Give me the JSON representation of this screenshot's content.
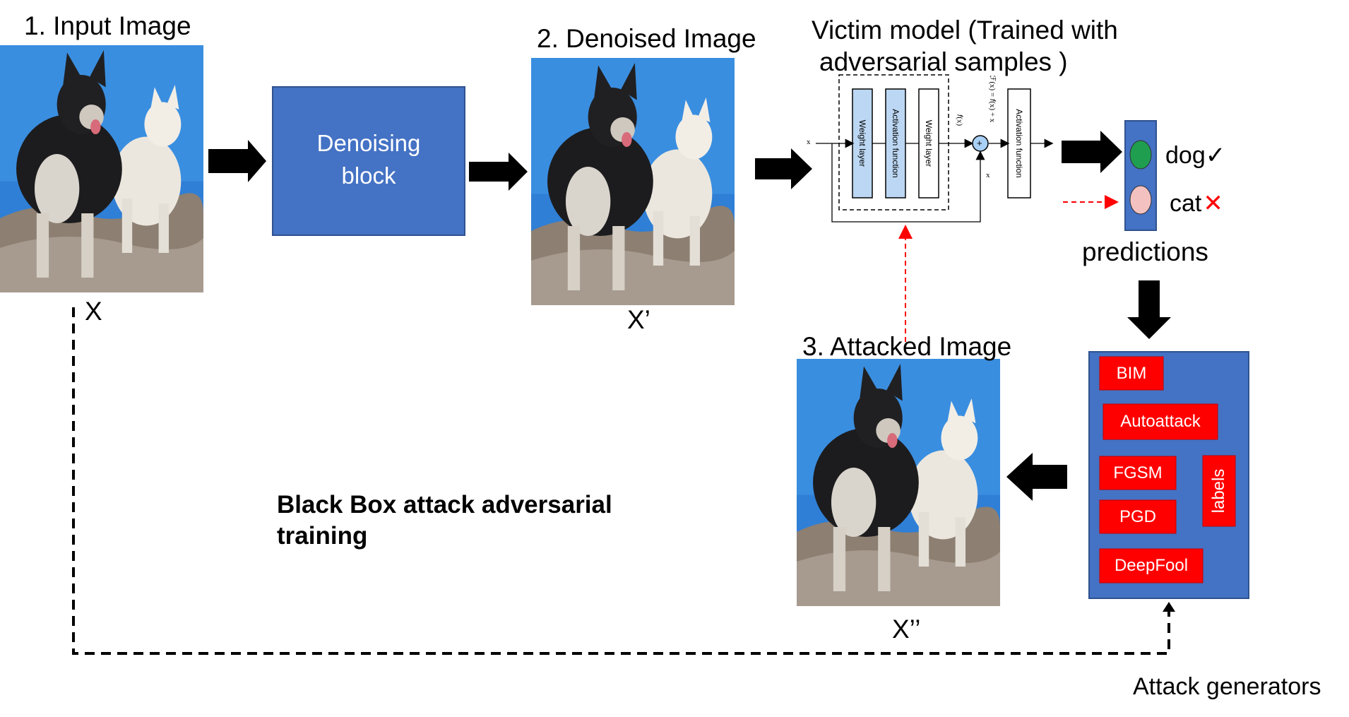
{
  "input": {
    "title": "1. Input Image",
    "symbol": "X"
  },
  "denoising_block": {
    "line1": "Denoising",
    "line2": "block"
  },
  "denoised": {
    "title": "2. Denoised Image",
    "symbol": "X’"
  },
  "victim": {
    "title_line1": "Victim model (Trained with",
    "title_line2": "adversarial samples )",
    "layers": [
      "Weight layer",
      "Activation function",
      "Weight layer"
    ],
    "output_activation": "Activation function",
    "input_var": "x",
    "fx_label": "𝑓(x)",
    "sum_label": "ℱ(x) = 𝑓(x) + x",
    "skip_label": "x",
    "plus": "+"
  },
  "predictions": {
    "title": "predictions",
    "items": [
      {
        "label": "dog",
        "mark": "✓",
        "color": "#1f9e4f"
      },
      {
        "label": "cat",
        "mark": "✕",
        "color": "#f4c1c1"
      }
    ]
  },
  "attacked": {
    "title": "3. Attacked Image",
    "symbol": "X’’"
  },
  "attack_generators": {
    "caption": "Attack generators",
    "methods": [
      "BIM",
      "Autoattack",
      "FGSM",
      "PGD",
      "DeepFool"
    ],
    "labels_tag": "labels"
  },
  "training_note": {
    "line1": "Black Box attack adversarial",
    "line2": "training"
  },
  "colors": {
    "blue_box": "#4472c4",
    "red_tag": "#ff0000",
    "layer_fill": "#bcd7f3",
    "dashed_red": "#ff0000"
  }
}
